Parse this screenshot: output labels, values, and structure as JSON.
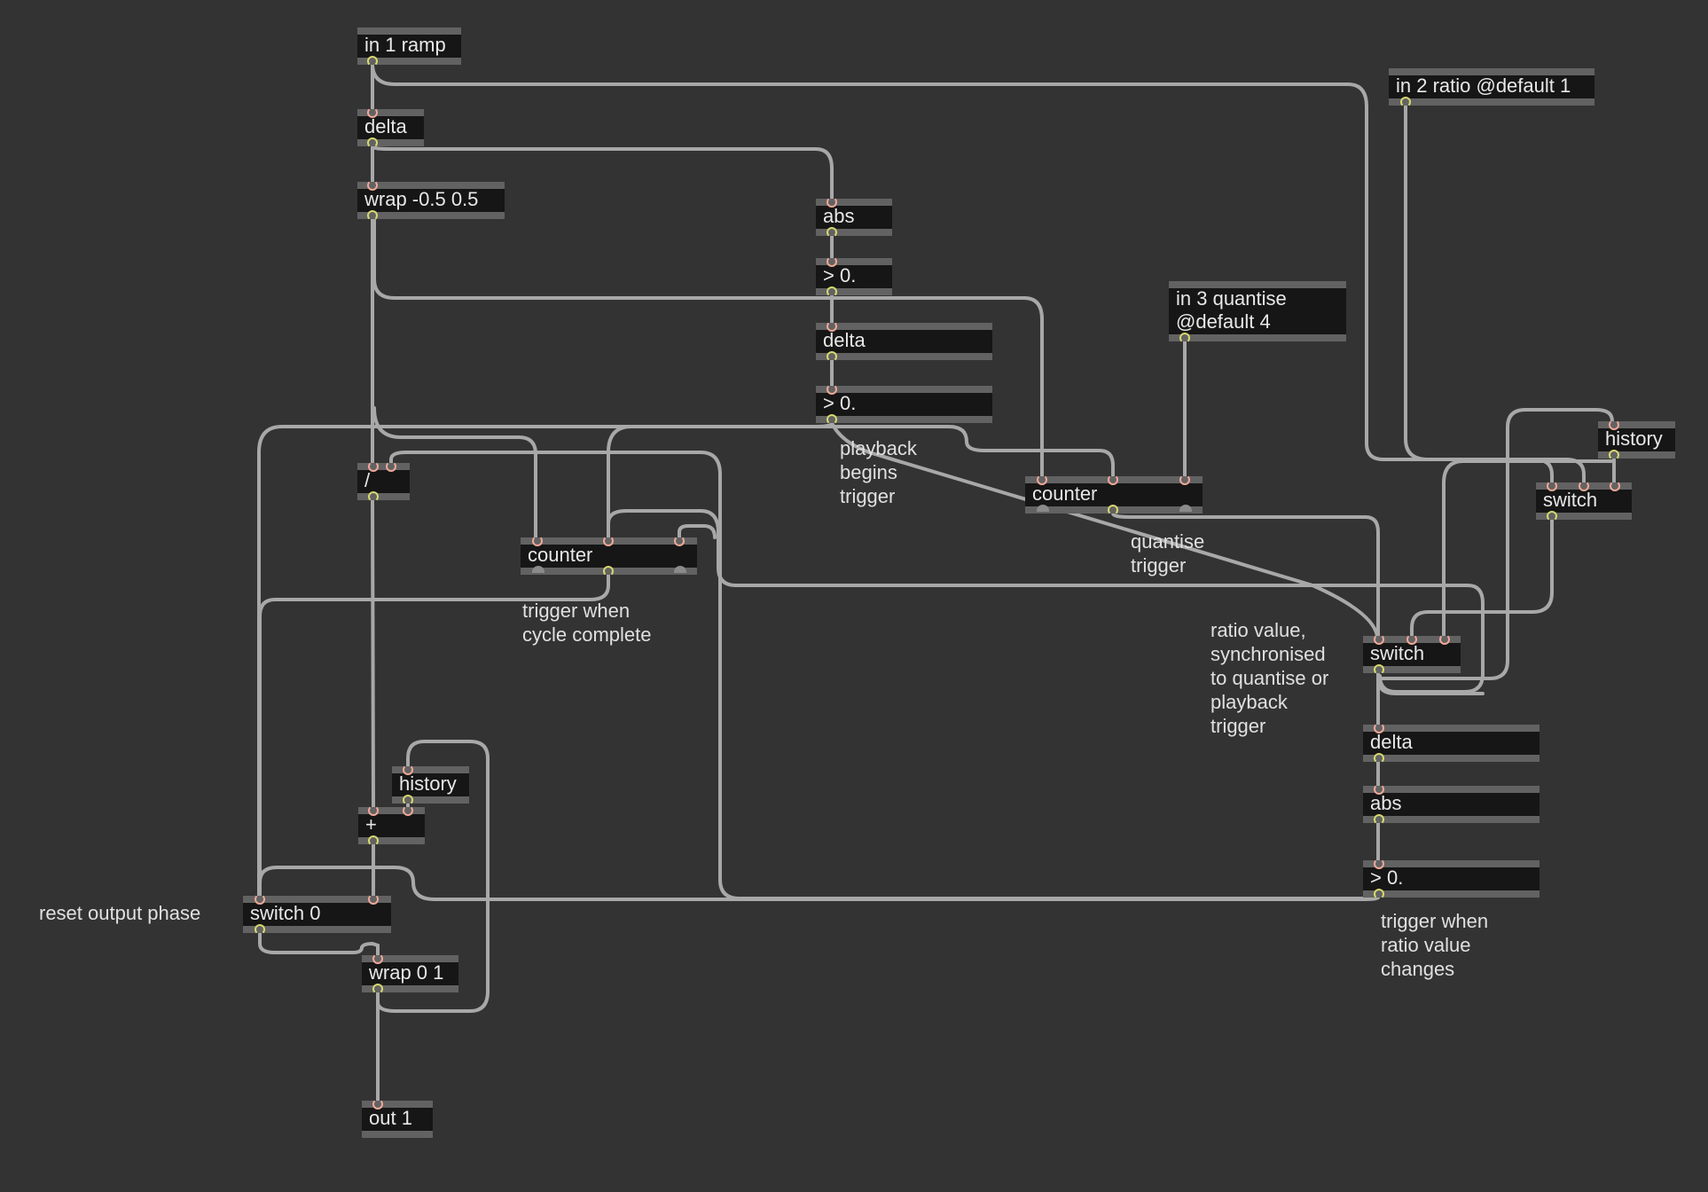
{
  "objects": {
    "in1": "in 1 ramp",
    "delta1": "delta",
    "wrap1": "wrap -0.5 0.5",
    "abs1": "abs",
    "gt1": "> 0.",
    "delta2": "delta",
    "gt2": "> 0.",
    "in3": "in 3 quantise\n@default 4",
    "in2": "in 2 ratio @default 1",
    "history_r": "history",
    "switch_top": "switch",
    "counter_mid": "counter",
    "div": "/",
    "counter_left": "counter",
    "switch_main": "switch",
    "delta_r": "delta",
    "abs_r": "abs",
    "gt_r": "> 0.",
    "history_l": "history",
    "plus": "+",
    "switch0": "switch 0",
    "wrap01": "wrap 0 1",
    "out1": "out 1"
  },
  "comments": {
    "playback": "playback\nbegins\ntrigger",
    "quantise": "quantise\ntrigger",
    "cycle": "trigger when\ncycle complete",
    "ratio_sync": "ratio value,\nsynchronised\nto quantise or\nplayback\ntrigger",
    "ratio_change": "trigger when\nratio value\nchanges",
    "reset": "reset output phase"
  },
  "colors": {
    "background": "#333333",
    "object_body": "#161616",
    "object_border": "#626262",
    "cord": "#a8a8a8",
    "inlet": "#f0a898",
    "outlet": "#d8d870"
  }
}
